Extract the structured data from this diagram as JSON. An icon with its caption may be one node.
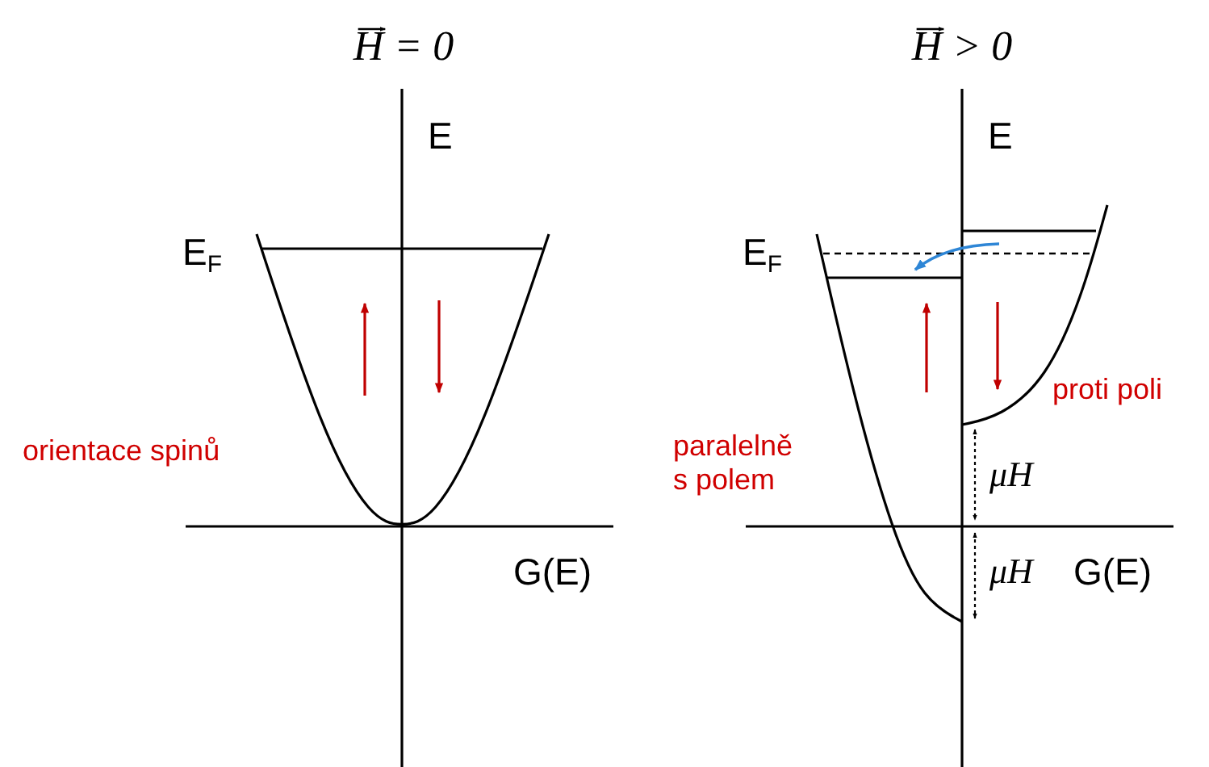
{
  "diagram": {
    "labels": [
      "H = 0",
      "E",
      "E$_{F}$",
      "orientace spinů",
      "G(E)",
      "H > 0",
      "E",
      "E$_{F}$",
      "proti poli",
      "paralelně s polem",
      "μH",
      "μH",
      "G(E)"
    ]
  }
}
